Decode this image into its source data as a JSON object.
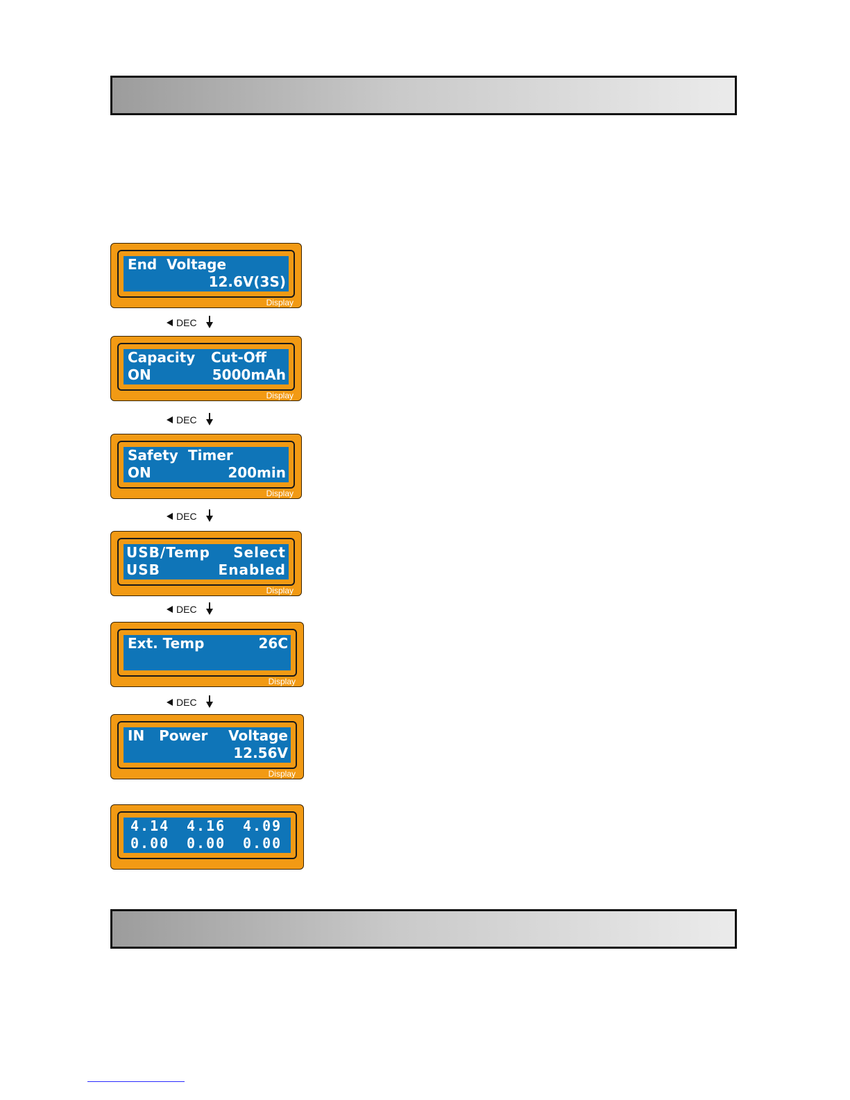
{
  "screens": [
    {
      "line1_left": "End  Voltage",
      "line1_right": "",
      "line2_left": "",
      "line2_right": "12.6V(3S)",
      "label": "Display"
    },
    {
      "line1_left": "Capacity",
      "line1_right": "Cut-Off",
      "line2_left": "ON",
      "line2_right": "5000mAh",
      "label": "Display"
    },
    {
      "line1_left": "Safety",
      "line1_right": "Timer",
      "line2_left": "ON",
      "line2_right": "200min",
      "label": "Display"
    },
    {
      "line1_left": "USB/Temp",
      "line1_right": "Select",
      "line2_left": "USB",
      "line2_right": "Enabled",
      "label": "Display"
    },
    {
      "line1_left": "Ext. Temp",
      "line1_right": "26C",
      "line2_left": "",
      "line2_right": "",
      "label": "Display"
    },
    {
      "line1_left": "IN   Power",
      "line1_right": "Voltage",
      "line2_left": "",
      "line2_right": "12.56V",
      "label": "Display"
    },
    {
      "cells_row1": [
        "4.14",
        "4.16",
        "4.09"
      ],
      "cells_row2": [
        "0.00",
        "0.00",
        "0.00"
      ]
    }
  ],
  "nav_label": "DEC"
}
